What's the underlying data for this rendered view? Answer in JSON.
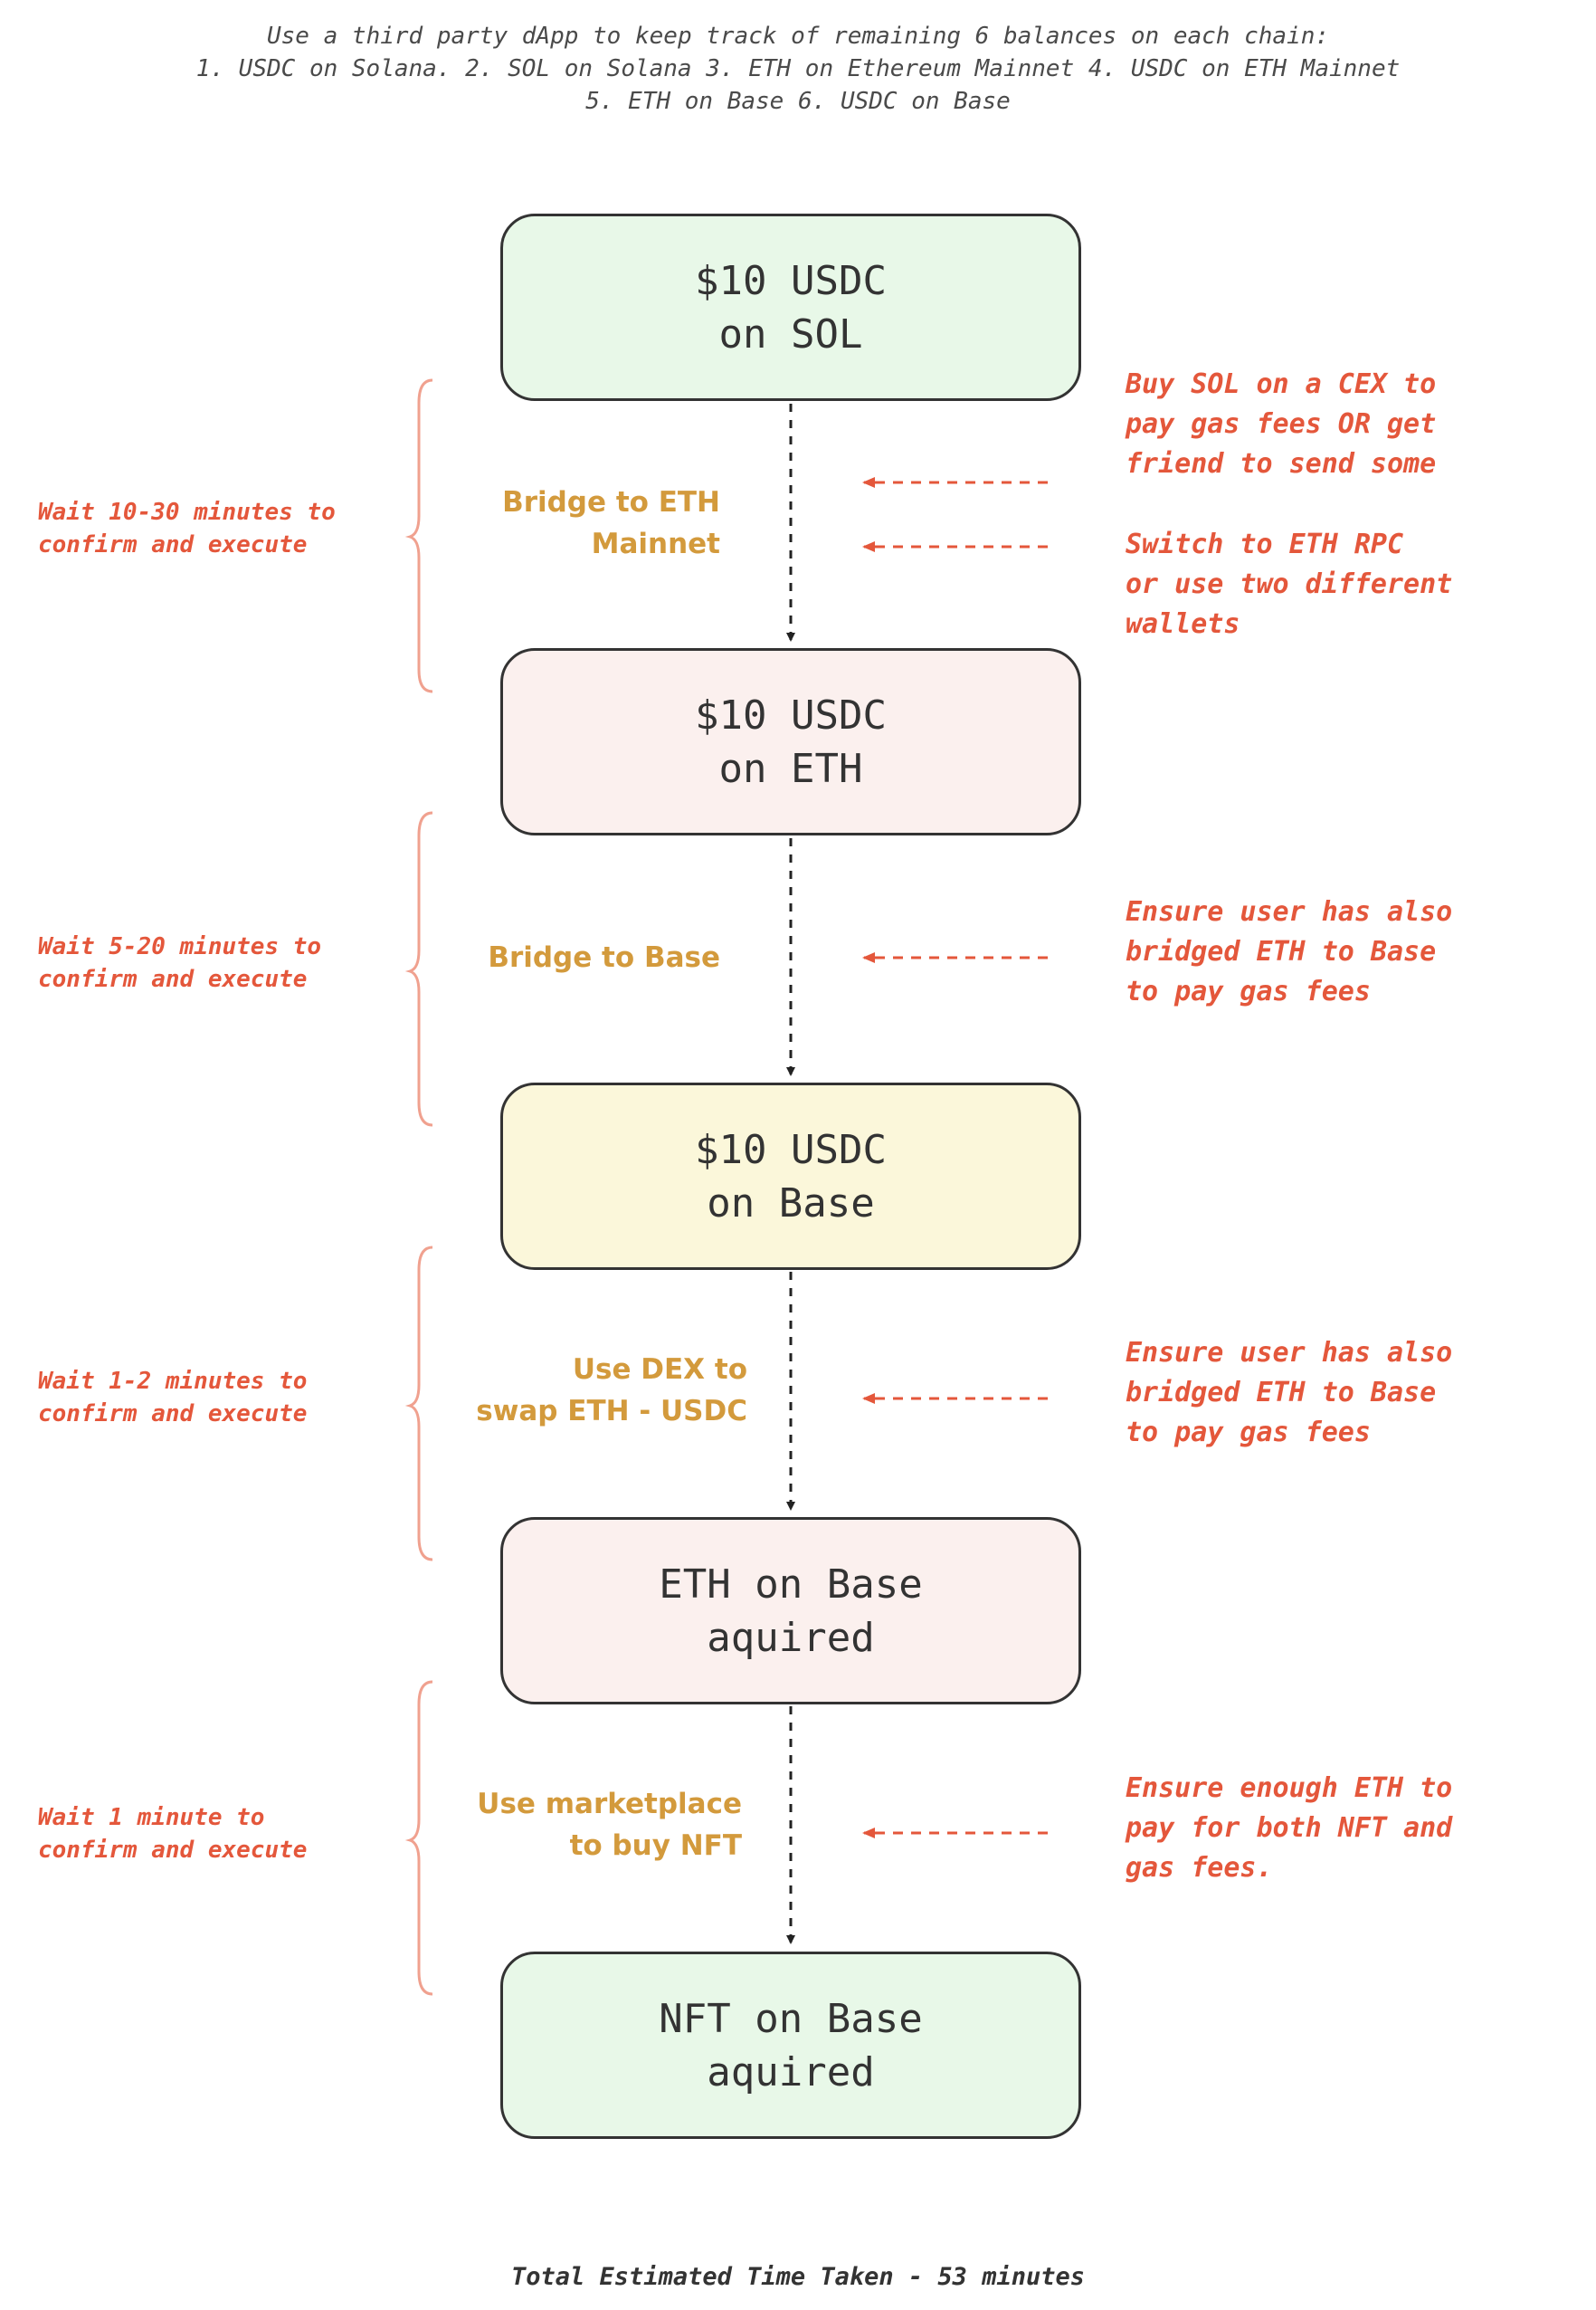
{
  "header": {
    "lines": [
      "Use a third party dApp to keep track of remaining 6 balances on each chain:",
      "1. USDC on Solana. 2. SOL on Solana 3. ETH on Ethereum Mainnet 4. USDC on ETH Mainnet",
      "5. ETH on Base 6. USDC on Base"
    ]
  },
  "nodes": [
    {
      "lines": [
        "$10 USDC",
        "on SOL"
      ],
      "fill": "#e8f8e8"
    },
    {
      "lines": [
        "$10 USDC",
        "on ETH"
      ],
      "fill": "#fbf0ee"
    },
    {
      "lines": [
        "$10 USDC",
        "on Base"
      ],
      "fill": "#fbf7da"
    },
    {
      "lines": [
        "ETH on Base",
        "aquired"
      ],
      "fill": "#fbf0ee"
    },
    {
      "lines": [
        "NFT on Base",
        "aquired"
      ],
      "fill": "#e8f8e8"
    }
  ],
  "steps": [
    {
      "lines": [
        "Bridge to ETH",
        "Mainnet"
      ]
    },
    {
      "lines": [
        "Bridge to Base"
      ]
    },
    {
      "lines": [
        "Use DEX to",
        "swap ETH - USDC"
      ]
    },
    {
      "lines": [
        "Use marketplace",
        "to buy NFT"
      ]
    }
  ],
  "waits": [
    {
      "lines": [
        "Wait 10-30 minutes to",
        "confirm and execute"
      ]
    },
    {
      "lines": [
        "Wait 5-20 minutes to",
        "confirm and execute"
      ]
    },
    {
      "lines": [
        "Wait 1-2 minutes to",
        "confirm and execute"
      ]
    },
    {
      "lines": [
        "Wait 1 minute to",
        "confirm and execute"
      ]
    }
  ],
  "notes": [
    {
      "lines": [
        "Buy SOL on a CEX to",
        "pay gas fees OR get",
        "friend to send some"
      ]
    },
    {
      "lines": [
        "Switch to ETH RPC",
        "or use two different",
        "wallets"
      ]
    },
    {
      "lines": [
        "Ensure user has also",
        "bridged ETH to Base",
        "to pay gas fees"
      ]
    },
    {
      "lines": [
        "Ensure user has also",
        "bridged ETH to Base",
        "to pay gas fees"
      ]
    },
    {
      "lines": [
        "Ensure enough ETH to",
        "pay for both NFT and",
        "gas fees."
      ]
    }
  ],
  "footer": "Total Estimated Time Taken - 53 minutes",
  "colors": {
    "accent_red": "#e4573b",
    "step_orange": "#d39a3c",
    "brace": "#f0a18f",
    "outline": "#333333"
  }
}
